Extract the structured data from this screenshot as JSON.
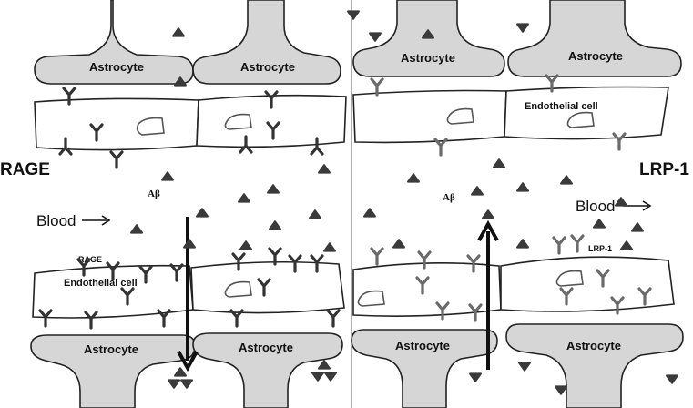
{
  "labels": {
    "astrocyte": "Astrocyte",
    "endothelial_cell": "Endothelial cell",
    "rage_side": "RAGE",
    "lrp1_side": "LRP-1",
    "blood": "Blood",
    "abeta": "Aβ",
    "rage_small": "RAGE",
    "lrp1_small": "LRP-1"
  },
  "colors": {
    "astrocyte_fill": "#d6d6d6",
    "particle": "#3a3a3a",
    "receptor": "#333333",
    "lrp1_receptor": "#6a6a6a"
  },
  "icons": {
    "flow_arrow": "right-arrow-icon",
    "transport_arrow": "vertical-arrow-icon",
    "particle": "abeta-triangle-icon"
  }
}
